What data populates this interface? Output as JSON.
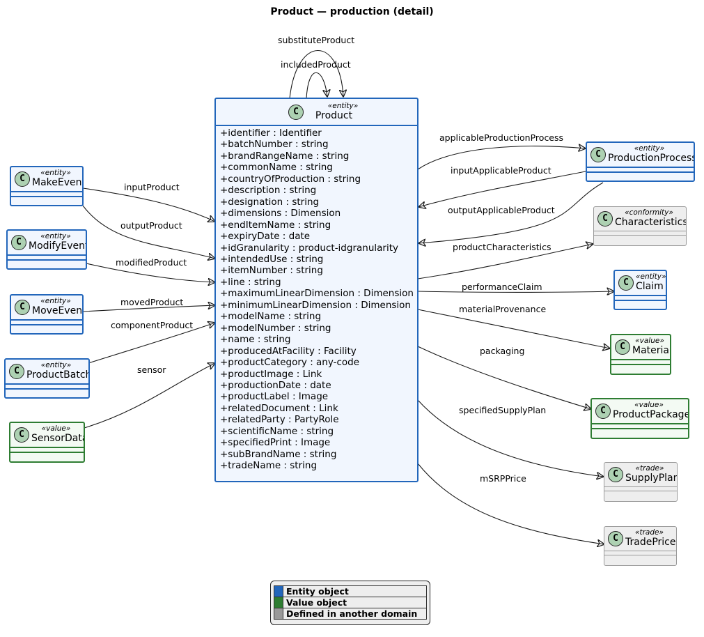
{
  "diagram": {
    "title": "Product — production (detail)",
    "product": {
      "stereotype": "«entity»",
      "name": "Product",
      "attributes": [
        "+identifier : Identifier",
        "+batchNumber : string",
        "+brandRangeName : string",
        "+commonName : string",
        "+countryOfProduction : string",
        "+description : string",
        "+designation : string",
        "+dimensions : Dimension",
        "+endItemName : string",
        "+expiryDate : date",
        "+idGranularity : product-idgranularity",
        "+intendedUse : string",
        "+itemNumber : string",
        "+line : string",
        "+maximumLinearDimension : Dimension",
        "+minimumLinearDimension : Dimension",
        "+modelName : string",
        "+modelNumber : string",
        "+name : string",
        "+producedAtFacility : Facility",
        "+productCategory : any-code",
        "+productImage : Link",
        "+productionDate : date",
        "+productLabel : Image",
        "+relatedDocument : Link",
        "+relatedParty : PartyRole",
        "+scientificName : string",
        "+specifiedPrint : Image",
        "+subBrandName : string",
        "+tradeName : string"
      ]
    },
    "classes": {
      "make_event": {
        "stereotype": "«entity»",
        "name": "MakeEvent"
      },
      "modify_event": {
        "stereotype": "«entity»",
        "name": "ModifyEvent"
      },
      "move_event": {
        "stereotype": "«entity»",
        "name": "MoveEvent"
      },
      "product_batch": {
        "stereotype": "«entity»",
        "name": "ProductBatch"
      },
      "sensor_data": {
        "stereotype": "«value»",
        "name": "SensorData"
      },
      "production_process": {
        "stereotype": "«entity»",
        "name": "ProductionProcess"
      },
      "characteristics": {
        "stereotype": "«conformity»",
        "name": "Characteristics"
      },
      "claim": {
        "stereotype": "«entity»",
        "name": "Claim"
      },
      "material": {
        "stereotype": "«value»",
        "name": "Material"
      },
      "product_package": {
        "stereotype": "«value»",
        "name": "ProductPackage"
      },
      "supply_plan": {
        "stereotype": "«trade»",
        "name": "SupplyPlan"
      },
      "trade_price": {
        "stereotype": "«trade»",
        "name": "TradePrice"
      }
    },
    "class_icon_letter": "C",
    "relations": {
      "substitute_product": "substituteProduct",
      "included_product": "includedProduct",
      "input_product": "inputProduct",
      "output_product": "outputProduct",
      "modified_product": "modifiedProduct",
      "moved_product": "movedProduct",
      "component_product": "componentProduct",
      "sensor": "sensor",
      "applicable_production_process": "applicableProductionProcess",
      "input_applicable_product": "inputApplicableProduct",
      "output_applicable_product": "outputApplicableProduct",
      "product_characteristics": "productCharacteristics",
      "performance_claim": "performanceClaim",
      "material_provenance": "materialProvenance",
      "packaging": "packaging",
      "specified_supply_plan": "specifiedSupplyPlan",
      "msrp_price": "mSRPPrice"
    },
    "legend": {
      "entity": "Entity object",
      "value": "Value object",
      "other": "Defined in another domain"
    },
    "colors": {
      "entity_border": "#2266BB",
      "value_border": "#2E7D32",
      "other_border": "#999999",
      "class_icon_fill": "#ADD1B2"
    }
  }
}
